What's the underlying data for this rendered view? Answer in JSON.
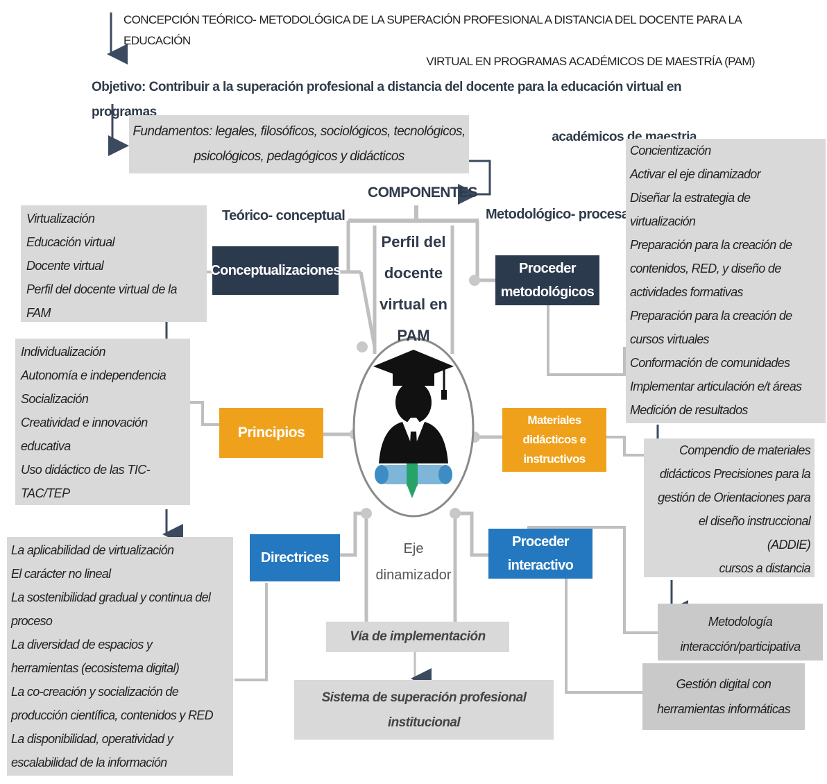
{
  "title": {
    "line1": "CONCEPCIÓN TEÓRICO- METODOLÓGICA DE LA SUPERACIÓN PROFESIONAL A DISTANCIA DEL DOCENTE PARA LA EDUCACIÓN",
    "line2": "VIRTUAL EN  PROGRAMAS ACADÉMICOS DE MAESTRÍA (PAM)"
  },
  "objective": {
    "line1": "Objetivo: Contribuir a la superación profesional a distancia del docente para la educación virtual en programas",
    "line2": "académicos de maestria"
  },
  "fundamentos": {
    "line1": "Fundamentos: legales, filosóficos, sociológicos, tecnológicos,",
    "line2": "psicológicos, pedagógicos y didácticos"
  },
  "componentes": "COMPONENTES",
  "teorico": "Teórico- conceptual",
  "metodologico": "Metodológico- procesal",
  "perfil": [
    "Perfil del",
    "docente",
    "virtual en",
    "PAM"
  ],
  "eje": [
    "Eje",
    "dinamizador"
  ],
  "nodes": {
    "conceptualizaciones": "Conceptualizaciones",
    "proceder_metodologicos": [
      "Proceder",
      "metodológicos"
    ],
    "principios": "Principios",
    "materiales": [
      "Materiales",
      "didácticos e",
      "instructivos"
    ],
    "directrices": "Directrices",
    "proceder_interactivo": [
      "Proceder",
      "interactivo"
    ]
  },
  "lists": {
    "conceptualizaciones": [
      "Virtualización",
      "Educación virtual",
      "Docente virtual",
      "Perfil  del  docente  virtual  de  la",
      "FAM"
    ],
    "principios": [
      "Individualización",
      "Autonomía e independencia",
      "Socialización",
      "Creatividad e innovación",
      "educativa",
      "Uso didáctico de las TIC-",
      "TAC/TEP"
    ],
    "directrices": [
      "La aplicabilidad de virtualización",
      "El carácter no lineal",
      "La sostenibilidad gradual y continua del",
      "proceso",
      "La diversidad de espacios y",
      "herramientas  (ecosistema digital)",
      "La co-creación y socialización de",
      "producción científica, contenidos y RED",
      "La disponibilidad, operatividad y",
      "escalabilidad de la información"
    ],
    "metodologicos": [
      "Concientización",
      "Activar el eje dinamizador",
      "Diseñar la estrategia de",
      "virtualización",
      "Preparación para la creación de",
      "contenidos, RED, y diseño de",
      "actividades formativas",
      "Preparación para la creación de",
      "cursos virtuales",
      "Conformación de comunidades",
      "Implementar articulación e/t áreas",
      "Medición de resultados"
    ],
    "materiales": [
      "Compendio de materiales",
      "didácticos Precisiones para la",
      "gestión de Orientaciones para",
      "el diseño instruccional",
      "(ADDIE)",
      "cursos a distancia"
    ]
  },
  "interaccion": [
    "Metodología",
    "interacción/participativa"
  ],
  "gestion": [
    "Gestión digital con",
    "herramientas informáticas"
  ],
  "via": "Vía de implementación",
  "sistema": [
    "Sistema de superación profesional",
    "institucional"
  ],
  "colors": {
    "dark": "#2b3a4d",
    "orange": "#f0a11c",
    "blue": "#2478bf",
    "gray": "#d9d9d9",
    "line": "#bfbfbf",
    "arrow": "#3b4a5e"
  }
}
